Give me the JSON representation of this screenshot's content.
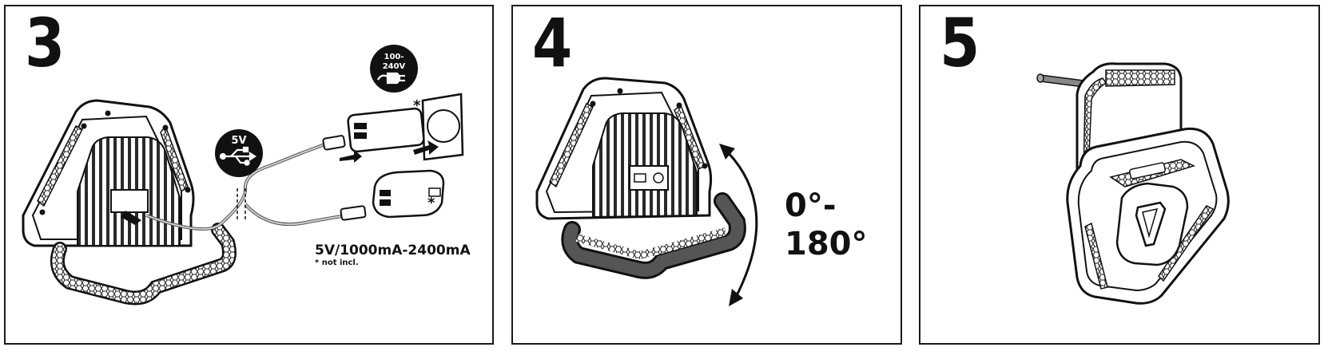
{
  "panels": [
    {
      "step": "3",
      "usb_badge": "5V",
      "mains_badge_line1": "100-",
      "mains_badge_line2": "240V",
      "asterisk_adapter": "*",
      "asterisk_car": "*",
      "spec": "5V/1000mA-2400mA",
      "note": "* not incl."
    },
    {
      "step": "4",
      "angle_line1": "0°-",
      "angle_line2": "180°"
    },
    {
      "step": "5"
    }
  ],
  "icons": [
    "usb-icon",
    "plug-icon",
    "rotation-arrow-icon",
    "light-unit-icon",
    "hanging-bar-icon"
  ]
}
